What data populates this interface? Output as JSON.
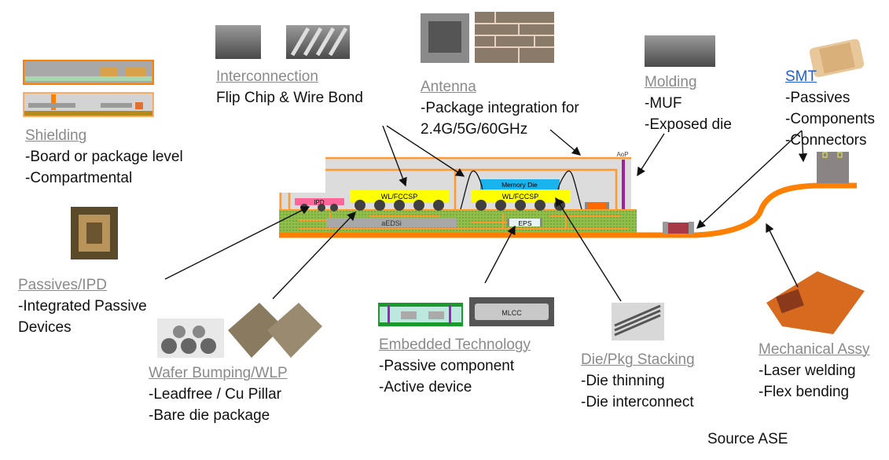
{
  "colors": {
    "orange": "#ff8000",
    "substrate": "#8fbf4a",
    "mold": "#dcdcdc",
    "die": "#ffff00",
    "memory": "#19b4ee",
    "ipd": "#ff6699",
    "heading": "#8a8a8a",
    "link": "#1f5fd1"
  },
  "package": {
    "ipd": "IPD",
    "die_left": "WL/FCCSP",
    "die_right": "WL/FCCSP",
    "memory": "Memory Die",
    "aedsi": "aEDSi",
    "eps": "EPS",
    "aop": "AoP",
    "mlcc": "MLCC"
  },
  "callouts": [
    {
      "id": "shielding",
      "title": "Shielding",
      "lines": [
        "-Board or package level",
        "-Compartmental"
      ]
    },
    {
      "id": "interconnection",
      "title": "Interconnection",
      "lines": [
        "Flip Chip & Wire Bond"
      ]
    },
    {
      "id": "antenna",
      "title": "Antenna",
      "lines": [
        "-Package integration for",
        "2.4G/5G/60GHz"
      ]
    },
    {
      "id": "molding",
      "title": "Molding",
      "lines": [
        "-MUF",
        "-Exposed die"
      ]
    },
    {
      "id": "smt",
      "title": "SMT",
      "lines": [
        "-Passives",
        "-Components",
        "-Connectors"
      ]
    },
    {
      "id": "passives",
      "title": "Passives/IPD",
      "lines": [
        "-Integrated Passive",
        "Devices"
      ]
    },
    {
      "id": "wafer",
      "title": "Wafer Bumping/WLP",
      "lines": [
        "-Leadfree / Cu Pillar",
        "-Bare die package"
      ]
    },
    {
      "id": "embedded",
      "title": "Embedded Technology",
      "lines": [
        "-Passive component",
        "-Active device"
      ]
    },
    {
      "id": "stacking",
      "title": "Die/Pkg Stacking",
      "lines": [
        "-Die thinning",
        "-Die interconnect"
      ]
    },
    {
      "id": "mechanical",
      "title": "Mechanical Assy",
      "lines": [
        "-Laser welding",
        "-Flex bending"
      ]
    }
  ],
  "source": "Source ASE"
}
